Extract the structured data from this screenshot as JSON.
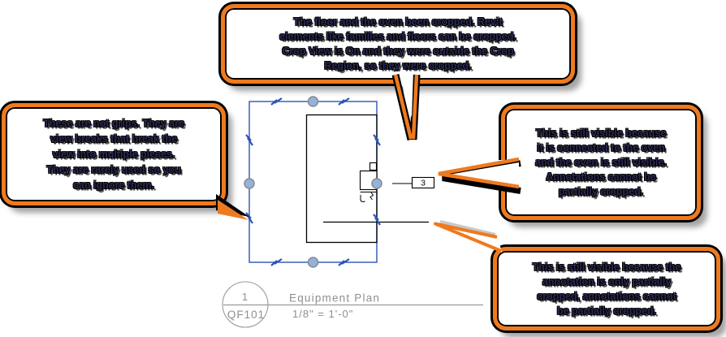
{
  "callouts": {
    "top": {
      "lines": [
        "The floor and the oven been cropped.  Revit",
        "elements like families and floors can be cropped.",
        "Crop View is On and they were outside the Crop",
        "Region, so they were cropped."
      ]
    },
    "left": {
      "lines": [
        "These are not grips.  They are",
        "view breaks that break the",
        "view into multiple pieces.",
        "They are rarely used so you",
        "can ignore them."
      ]
    },
    "right": {
      "lines": [
        "This is still visible because",
        "it is connected to the oven",
        "and the oven is still visible.",
        "Annotations cannot be",
        "partially cropped."
      ]
    },
    "bottom_right": {
      "lines": [
        "This is still visible because the",
        "annotation is only partially",
        "cropped, annotations cannot",
        "be partially cropped."
      ]
    }
  },
  "drawing": {
    "tag_value": "3",
    "crop_region_color": "#2a56b8",
    "grip_fill": "#93b2dd",
    "callout_border_color": "#ee7a1f",
    "linework_color": "#000000",
    "title_block_color": "#999999"
  },
  "title_block": {
    "detail_number": "1",
    "sheet_number": "QF101",
    "view_name": "Equipment Plan",
    "scale": "1/8\" = 1'-0\""
  },
  "icons": {
    "view_break_icon": "blue zigzag break control",
    "crop_grip_icon": "round blue drag grip"
  }
}
